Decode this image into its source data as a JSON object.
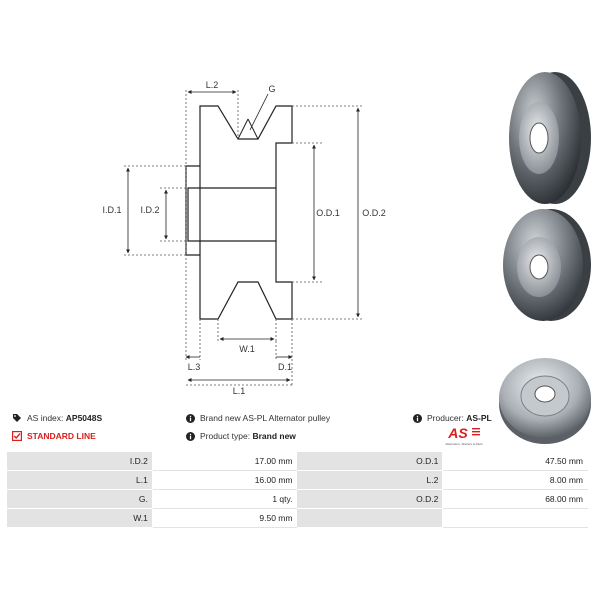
{
  "diagram": {
    "labels": {
      "l2": "L.2",
      "g": "G",
      "id1": "I.D.1",
      "id2": "I.D.2",
      "od1": "O.D.1",
      "od2": "O.D.2",
      "w1": "W.1",
      "l3": "L.3",
      "d1": "D.1",
      "l1": "L.1"
    }
  },
  "info": {
    "as_index_label": "AS index:",
    "as_index_value": "AP5048S",
    "description": "Brand new AS-PL Alternator pulley",
    "producer_label": "Producer:",
    "producer_value": "AS-PL",
    "standard_line": "STANDARD LINE",
    "product_type_label": "Product type:",
    "product_type_value": "Brand new"
  },
  "logo": {
    "text": "AS",
    "tagline": "Alternators, Starters & Parts"
  },
  "specs": [
    {
      "l1": "I.D.2",
      "v1": "17.00 mm",
      "l2": "O.D.1",
      "v2": "47.50 mm"
    },
    {
      "l1": "L.1",
      "v1": "16.00 mm",
      "l2": "L.2",
      "v2": "8.00 mm"
    },
    {
      "l1": "G.",
      "v1": "1 qty.",
      "l2": "O.D.2",
      "v2": "68.00 mm"
    },
    {
      "l1": "W.1",
      "v1": "9.50 mm",
      "l2": "",
      "v2": ""
    }
  ],
  "colors": {
    "accent": "#d9201d",
    "table_label_bg": "#e3e3e3"
  }
}
